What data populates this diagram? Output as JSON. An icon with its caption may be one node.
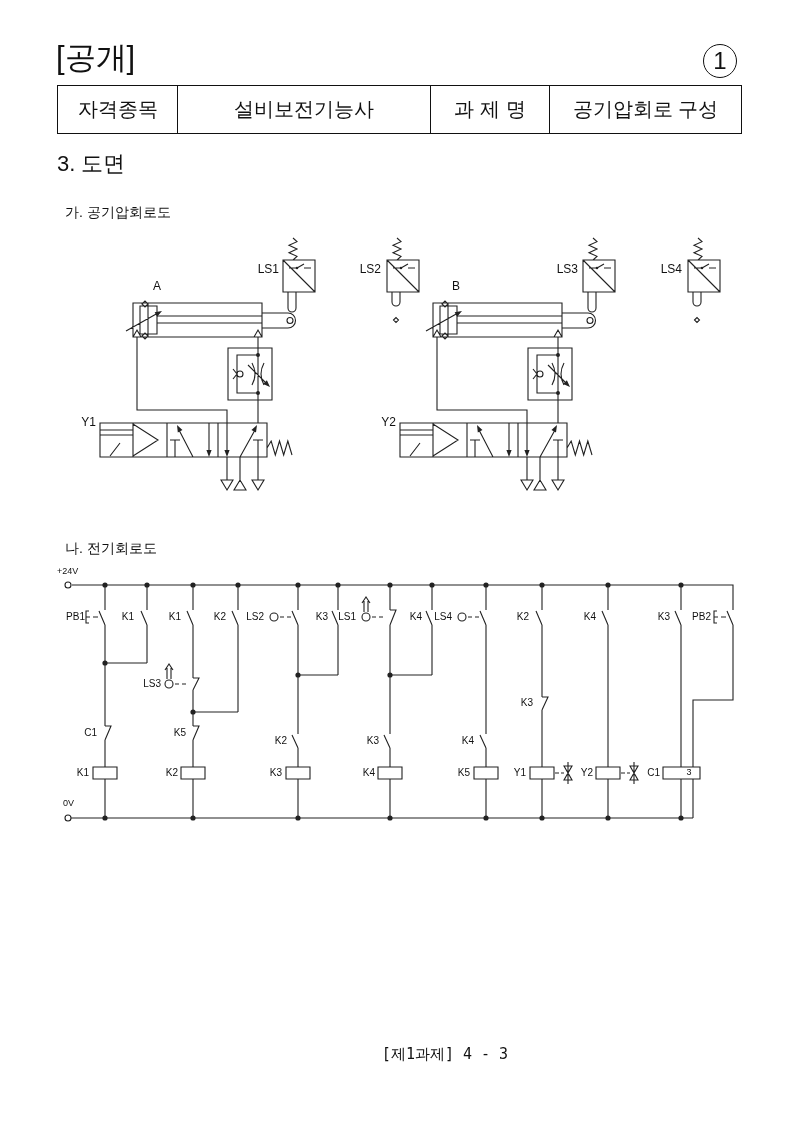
{
  "diagram": {
    "title": "[공개]",
    "nodes": [
      {
        "text": [
          "1"
        ]
      }
    ],
    "labels": [
      "자격종목",
      "설비보전기능사",
      "과 제 명",
      "공기압회로 구성",
      "3. 도면",
      "가. 공기압회로도",
      "LS1",
      "LS2",
      "LS3",
      "LS4",
      "A",
      "B",
      "Y1",
      "Y2",
      "나. 전기회로도",
      "+24V",
      "PB1",
      "K1",
      "K1",
      "K2",
      "LS2",
      "K3",
      "LS1",
      "K4",
      "LS4",
      "K2",
      "K4",
      "K3",
      "PB2",
      "LS3",
      "K3",
      "C1",
      "K5",
      "K2",
      "K3",
      "K4",
      "K1",
      "K2",
      "K3",
      "K4",
      "K5",
      "Y1",
      "Y2",
      "C1",
      "3",
      "0V",
      "[제1과제] 4 - 3"
    ]
  }
}
